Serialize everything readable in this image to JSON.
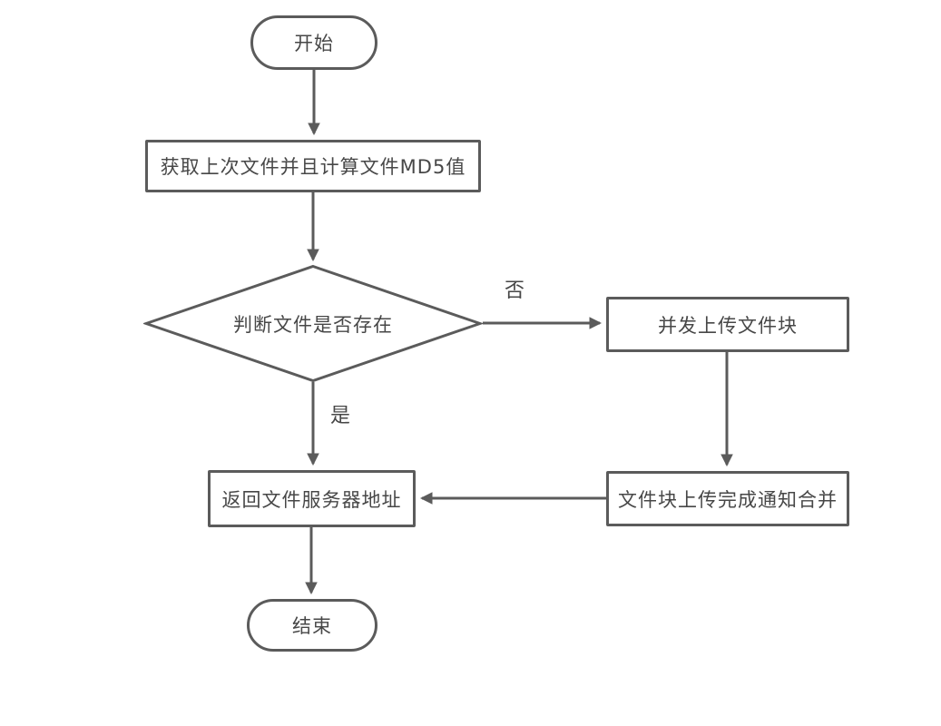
{
  "diagram": {
    "description": "flowchart of chunked file upload with MD5 fast-check",
    "stroke_color": "#5b5b5b",
    "text_color": "#474747",
    "background_color": "#ffffff",
    "nodes": {
      "start": {
        "type": "stadium",
        "label": "开始"
      },
      "get_file_md5": {
        "type": "process",
        "label": "获取上次文件并且计算文件MD5值"
      },
      "check_file_exists": {
        "type": "decision",
        "label": "判断文件是否存在"
      },
      "concurrent_upload_chunks": {
        "type": "process",
        "label": "并发上传文件块"
      },
      "chunks_done_notify_merge": {
        "type": "process",
        "label": "文件块上传完成通知合并"
      },
      "return_server_address": {
        "type": "process",
        "label": "返回文件服务器地址"
      },
      "end": {
        "type": "stadium",
        "label": "结束"
      }
    },
    "edges": [
      {
        "from": "start",
        "to": "get_file_md5",
        "label": ""
      },
      {
        "from": "get_file_md5",
        "to": "check_file_exists",
        "label": ""
      },
      {
        "from": "check_file_exists",
        "to": "concurrent_upload_chunks",
        "label": "否"
      },
      {
        "from": "concurrent_upload_chunks",
        "to": "chunks_done_notify_merge",
        "label": ""
      },
      {
        "from": "chunks_done_notify_merge",
        "to": "return_server_address",
        "label": ""
      },
      {
        "from": "check_file_exists",
        "to": "return_server_address",
        "label": "是"
      },
      {
        "from": "return_server_address",
        "to": "end",
        "label": ""
      }
    ],
    "edge_labels": {
      "no": "否",
      "yes": "是"
    }
  }
}
